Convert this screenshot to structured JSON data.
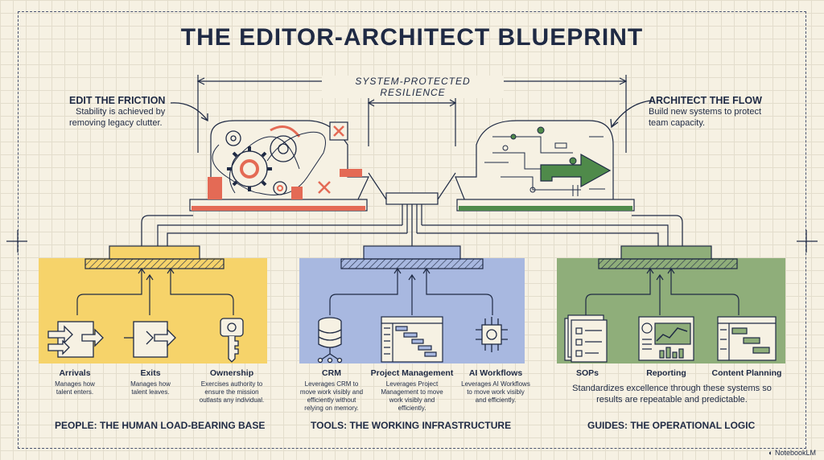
{
  "title": "THE EDITOR-ARCHITECT BLUEPRINT",
  "dimension_label": "SYSTEM-PROTECTED RESILIENCE",
  "left_callout": {
    "heading": "EDIT THE FRICTION",
    "text_line1": "Stability is achieved by",
    "text_line2": "removing legacy clutter."
  },
  "right_callout": {
    "heading": "ARCHITECT THE FLOW",
    "text_line1": "Build new systems to protect",
    "text_line2": "team capacity."
  },
  "colors": {
    "ink": "#1f2a44",
    "people_band": "#f6d36a",
    "tools_band": "#a8b8e0",
    "guides_band": "#8fae7a",
    "friction_red": "#e46a55",
    "flow_green": "#4f8a4a"
  },
  "sections": [
    {
      "footer": "PEOPLE: THE HUMAN LOAD-BEARING BASE",
      "items": [
        {
          "icon": "arrivals-icon",
          "label": "Arrivals",
          "desc": [
            "Manages how",
            "talent enters."
          ]
        },
        {
          "icon": "exits-icon",
          "label": "Exits",
          "desc": [
            "Manages how",
            "talent leaves."
          ]
        },
        {
          "icon": "key-icon",
          "label": "Ownership",
          "desc": [
            "Exercises authority to",
            "ensure the mission",
            "outlasts any individual."
          ]
        }
      ]
    },
    {
      "footer": "TOOLS: THE WORKING INFRASTRUCTURE",
      "items": [
        {
          "icon": "database-icon",
          "label": "CRM",
          "desc": [
            "Leverages CRM to",
            "move work visibly and",
            "efficiently without",
            "relying on memory."
          ]
        },
        {
          "icon": "gantt-icon",
          "label": "Project Management",
          "desc": [
            "Leverages Project",
            "Management to move",
            "work visibly and",
            "efficiently."
          ]
        },
        {
          "icon": "ai-chip-icon",
          "label": "AI Workflows",
          "desc": [
            "Leverages AI Workflows",
            "to move work visibly",
            "and efficiently."
          ]
        }
      ]
    },
    {
      "footer": "GUIDES: THE OPERATIONAL LOGIC",
      "items": [
        {
          "icon": "checklist-icon",
          "label": "SOPs"
        },
        {
          "icon": "report-chart-icon",
          "label": "Reporting"
        },
        {
          "icon": "content-calendar-icon",
          "label": "Content Planning"
        }
      ],
      "shared_desc": [
        "Standardizes excellence through these systems so",
        "results are repeatable and predictable."
      ]
    }
  ],
  "brand": "NotebookLM"
}
